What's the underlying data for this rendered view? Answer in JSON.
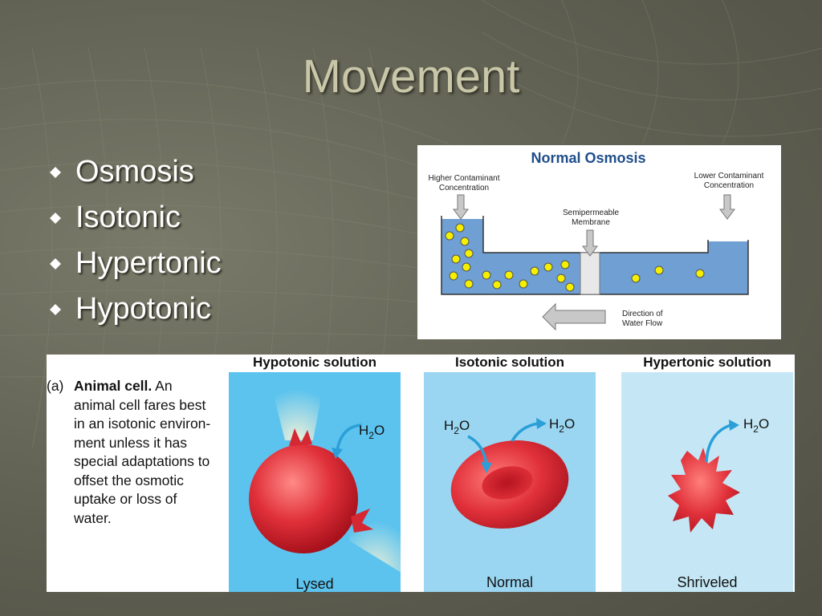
{
  "title": "Movement",
  "bullets": [
    "Osmosis",
    "Isotonic",
    "Hypertonic",
    "Hypotonic"
  ],
  "osmosis_diagram": {
    "heading": "Normal Osmosis",
    "left_label_1": "Higher Contaminant",
    "left_label_2": "Concentration",
    "right_label_1": "Lower Contaminant",
    "right_label_2": "Concentration",
    "membrane_label_1": "Semipermeable",
    "membrane_label_2": "Membrane",
    "flow_label_1": "Direction of",
    "flow_label_2": "Water Flow"
  },
  "cell_figure": {
    "part": "(a)",
    "caption_bold": "Animal cell.",
    "caption_lines": [
      "An",
      "animal cell fares best",
      "in an isotonic environ-",
      "ment unless it has",
      "special adaptations to",
      "offset the osmotic",
      "uptake or loss of",
      "water."
    ],
    "columns": [
      {
        "heading": "Hypotonic solution",
        "label": "Lysed",
        "water_1": "H",
        "water_sub": "2",
        "water_2": "O"
      },
      {
        "heading": "Isotonic solution",
        "label": "Normal",
        "water_1": "H",
        "water_sub": "2",
        "water_2": "O"
      },
      {
        "heading": "Hypertonic solution",
        "label": "Shriveled",
        "water_1": "H",
        "water_sub": "2",
        "water_2": "O"
      }
    ]
  },
  "colors": {
    "title": "#c9c7a8",
    "water": "#6f9fd3",
    "particle": "#f5f000",
    "heading_blue": "#1f4e8c",
    "hypotonic_bg": "#5cc3ee",
    "isotonic_bg": "#9ad6f1",
    "hypertonic_bg": "#c5e7f5",
    "cell_red": "#e0303a",
    "arrow_blue": "#2a9fd8"
  }
}
